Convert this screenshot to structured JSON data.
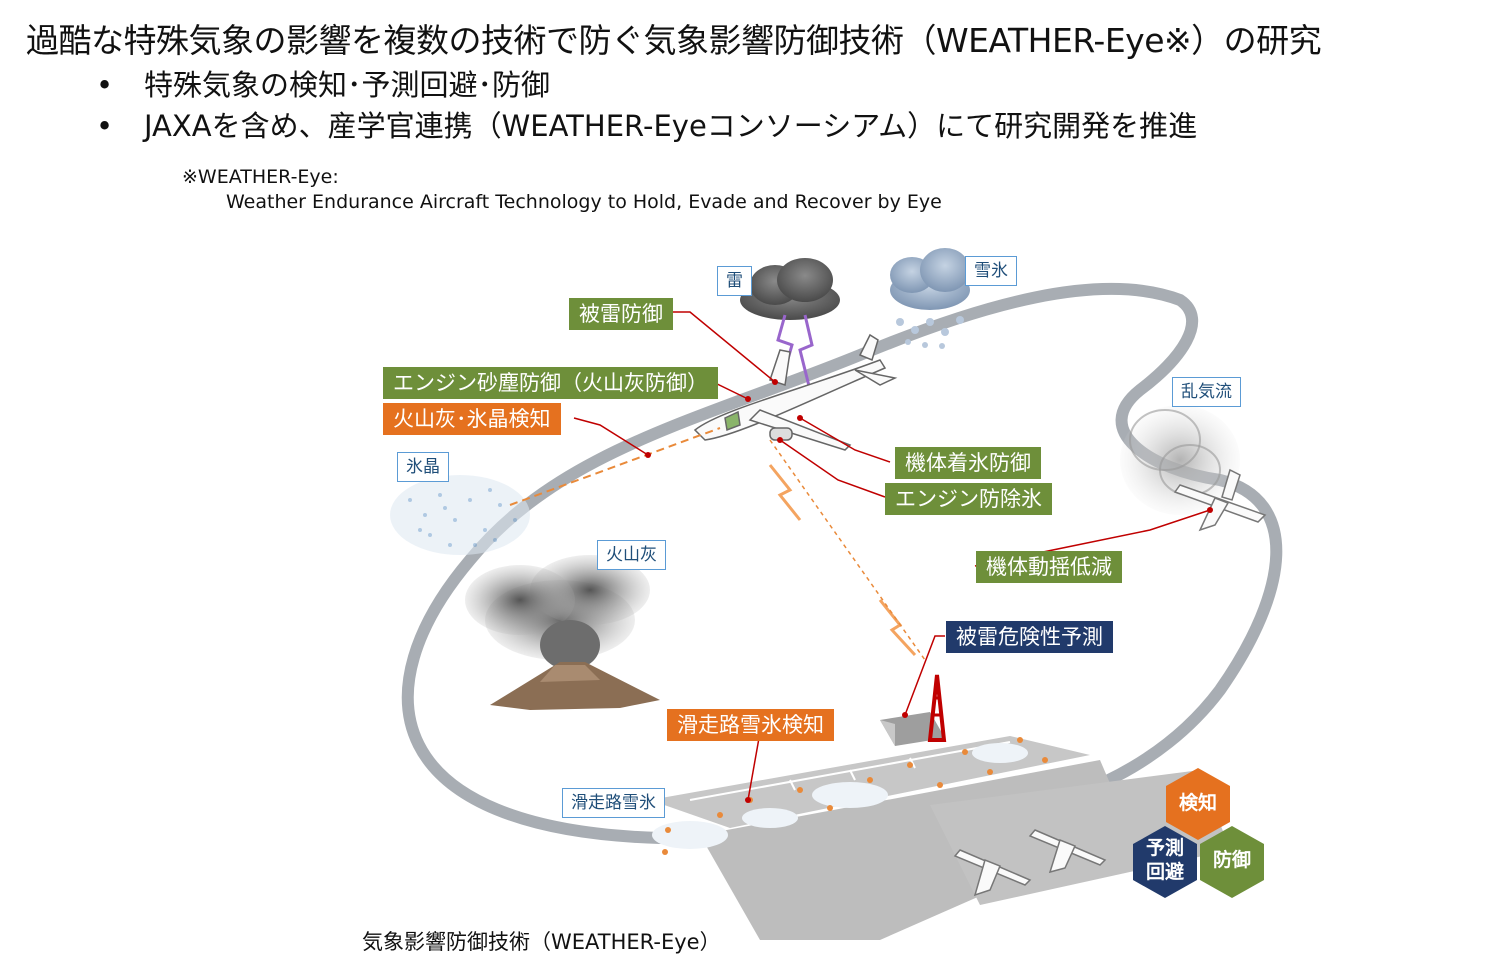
{
  "title": "過酷な特殊気象の影響を複数の技術で防ぐ気象影響防御技術（WEATHER-Eye※）の研究",
  "bullets": [
    "特殊気象の検知･予測回避･防御",
    "JAXAを含め、産学官連携（WEATHER-Eyeコンソーシアム）にて研究開発を推進"
  ],
  "note": {
    "line1": "※WEATHER-Eye:",
    "line2": "Weather Endurance  Aircraft Technology to Hold, Evade and Recover by Eye"
  },
  "weather_tags": {
    "lightning": "雷",
    "snow_ice": "雪氷",
    "turbulence": "乱気流",
    "ice_crystal": "氷晶",
    "volcanic_ash": "火山灰",
    "runway_snow": "滑走路雪氷"
  },
  "tech_labels": {
    "lightning_protection": "被雷防御",
    "engine_dust": "エンジン砂塵防御（火山灰防御）",
    "ash_ice_detect": "火山灰･氷晶検知",
    "airframe_icing": "機体着氷防御",
    "engine_deice": "エンジン防除氷",
    "gust_alleviation": "機体動揺低減",
    "lightning_risk": "被雷危険性予測",
    "runway_detect": "滑走路雪氷検知"
  },
  "hexagons": {
    "detect": "検知",
    "predict_line1": "予測",
    "predict_line2": "回避",
    "protect": "防御"
  },
  "caption": "気象影響防御技術（WEATHER-Eye）",
  "colors": {
    "green": "#6e8f3a",
    "orange": "#e5711f",
    "navy": "#213a6b",
    "tag_border": "#5b9bd5"
  }
}
